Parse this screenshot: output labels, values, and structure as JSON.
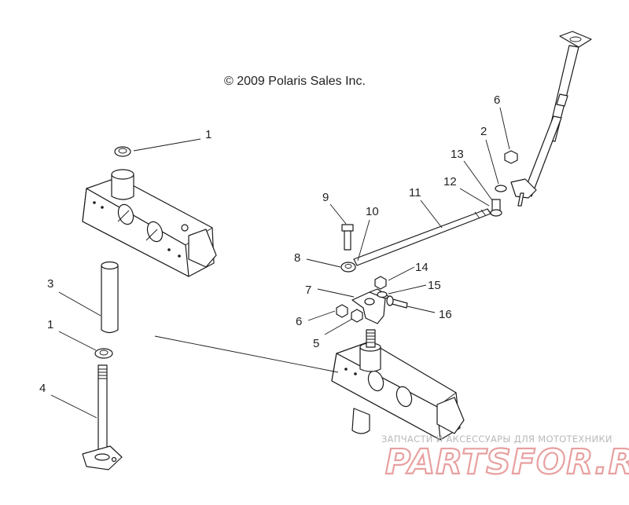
{
  "copyright": "© 2009 Polaris Sales Inc.",
  "callouts": [
    "1",
    "3",
    "1",
    "4",
    "9",
    "10",
    "11",
    "12",
    "13",
    "2",
    "6",
    "8",
    "14",
    "7",
    "15",
    "6",
    "16",
    "5"
  ],
  "watermark": {
    "tagline": "ЗАПЧАСТИ И АКСЕССУАРЫ ДЛЯ МОТОТЕХНИКИ",
    "brand": "PARTSFOR.RU"
  }
}
